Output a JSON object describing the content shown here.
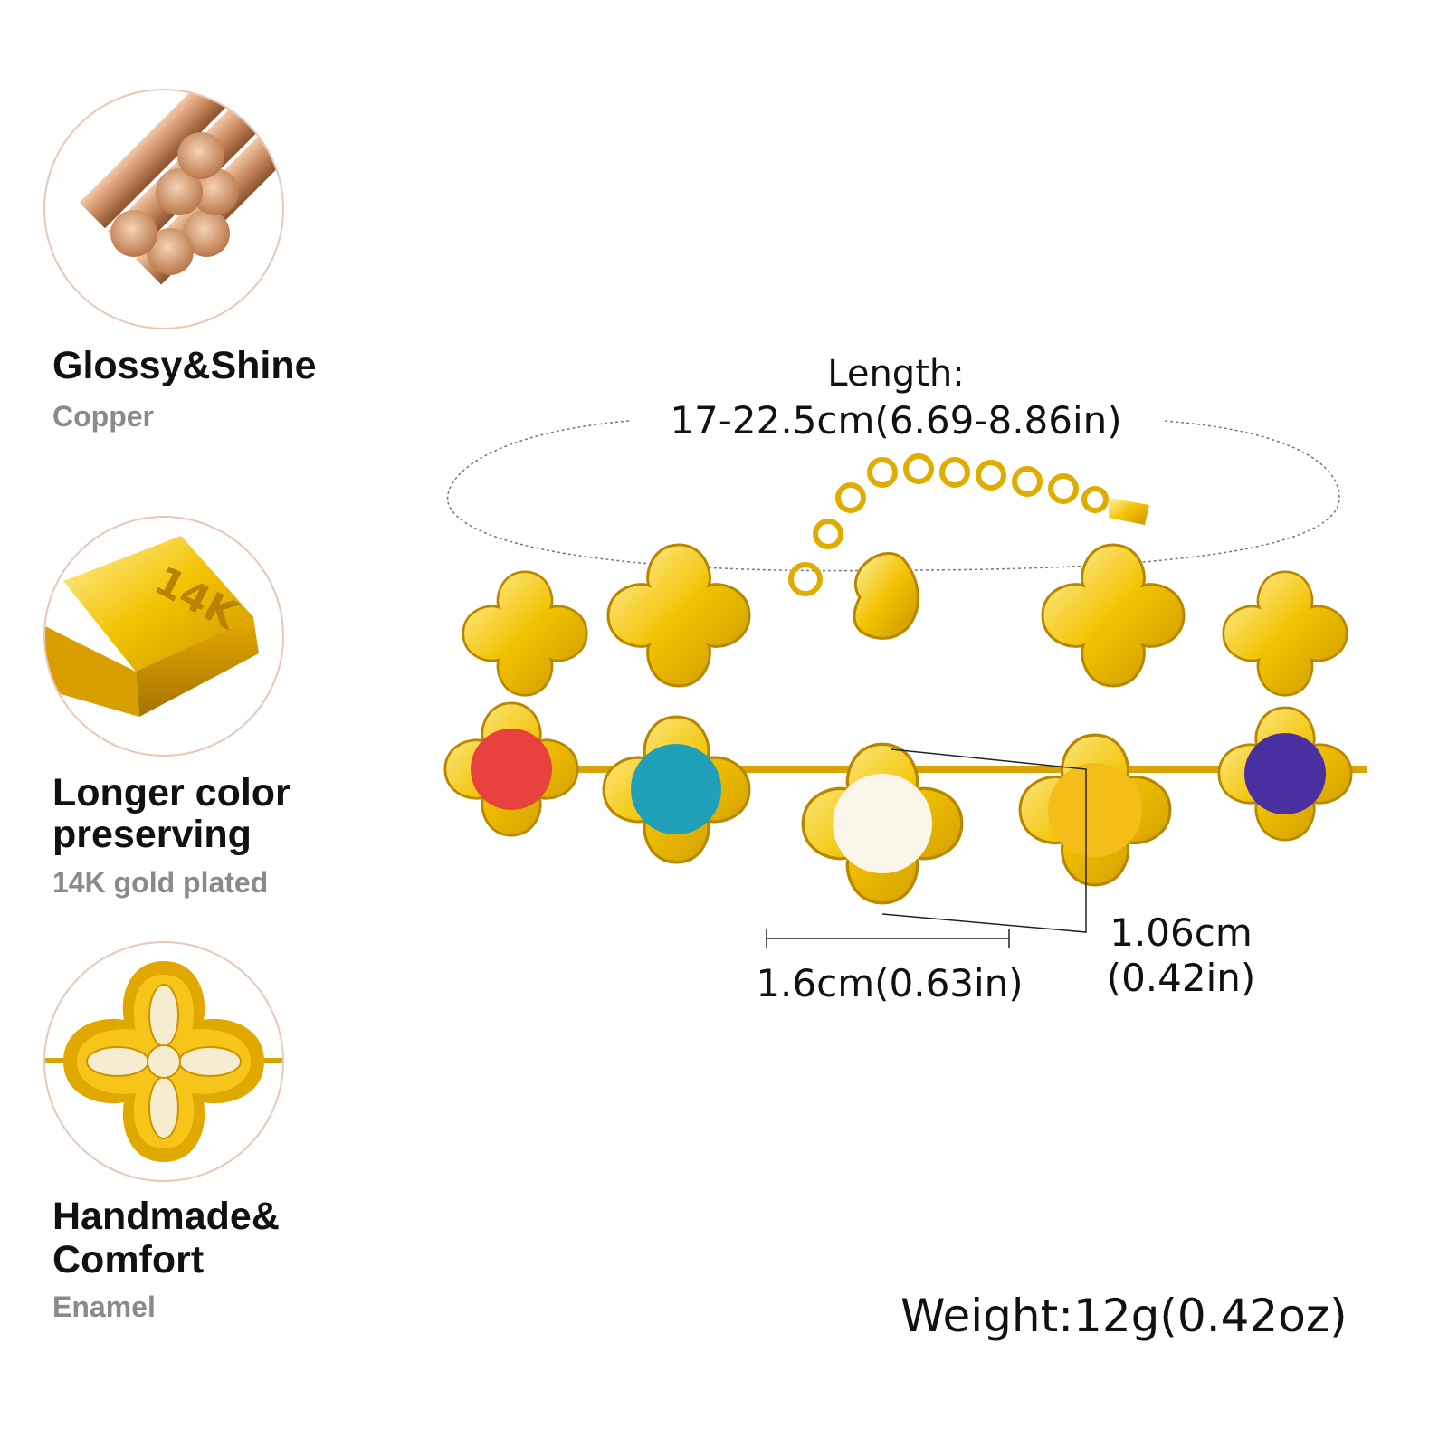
{
  "features": [
    {
      "title": "Glossy&Shine",
      "subtitle": "Copper",
      "icon": "copper-rods-icon"
    },
    {
      "title_line1": "Longer color",
      "title_line2": "preserving",
      "subtitle": "14K gold plated",
      "icon": "gold-bar-icon",
      "bar_label": "14K"
    },
    {
      "title_line1": "Handmade&",
      "title_line2": "Comfort",
      "subtitle": "Enamel",
      "icon": "enamel-clover-icon"
    }
  ],
  "measurements": {
    "length_label": "Length:",
    "length_value": "17-22.5cm(6.69-8.86in)",
    "width_value": "1.6cm(0.63in)",
    "height_cm": "1.06cm",
    "height_in": "(0.42in)",
    "weight": "Weight:12g(0.42oz)"
  },
  "colors": {
    "gold": "#f2c200",
    "gold_dark": "#c99400",
    "copper": "#c98a5e",
    "enamel_red": "#e8423f",
    "enamel_teal": "#1f9fb8",
    "enamel_white": "#fbf6ea",
    "enamel_yellow": "#f5bd1a",
    "enamel_purple": "#4a2fa0"
  }
}
